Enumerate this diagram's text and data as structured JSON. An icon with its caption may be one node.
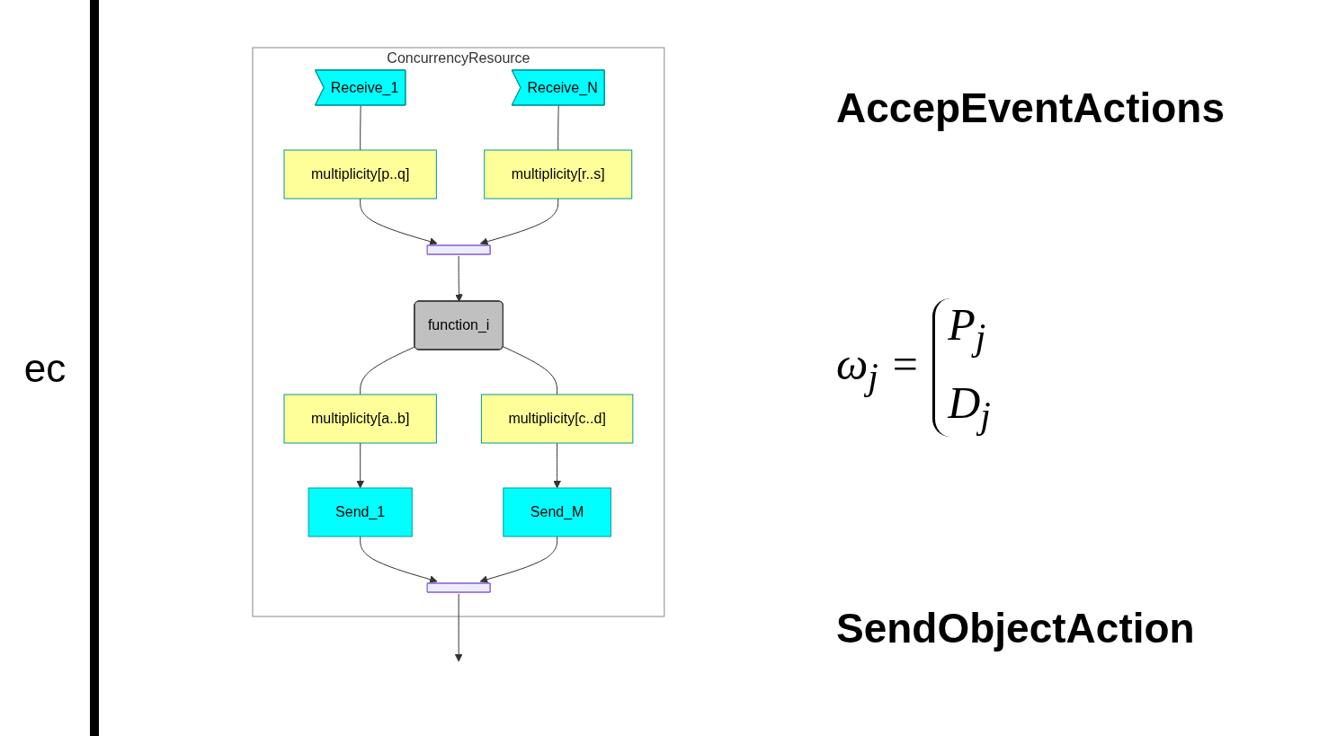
{
  "diagram": {
    "nodes": [
      {
        "text": [
          "ConcurrencyResource"
        ]
      },
      {
        "text": [
          "Receive_1"
        ],
        "in": 0
      },
      {
        "text": [
          "Receive_N"
        ],
        "in": 0
      },
      {
        "text": [
          "multiplicity[p..q]"
        ],
        "in": 0
      },
      {
        "text": [
          "multiplicity[r..s]"
        ],
        "in": 0
      },
      {
        "text": [],
        "shape": "bar",
        "in": 0
      },
      {
        "text": [
          "function_i"
        ],
        "in": 0
      },
      {
        "text": [
          "multiplicity[a..b]"
        ],
        "in": 0
      },
      {
        "text": [
          "multiplicity[c..d]"
        ],
        "in": 0
      },
      {
        "text": [
          "Send_1"
        ],
        "in": 0
      },
      {
        "text": [
          "Send_M"
        ],
        "in": 0
      },
      {
        "text": [],
        "shape": "bar",
        "in": 0
      }
    ],
    "edges": [
      {
        "from": 1,
        "to": 3,
        "arrow": "none"
      },
      {
        "from": 2,
        "to": 4,
        "arrow": "none"
      },
      {
        "from": 3,
        "to": 5,
        "arrow": "to"
      },
      {
        "from": 4,
        "to": 5,
        "arrow": "to"
      },
      {
        "from": 5,
        "to": 6,
        "arrow": "to"
      },
      {
        "from": 6,
        "to": 7,
        "arrow": "none"
      },
      {
        "from": 6,
        "to": 8,
        "arrow": "none"
      },
      {
        "from": 7,
        "to": 9,
        "arrow": "to"
      },
      {
        "from": 8,
        "to": 10,
        "arrow": "to"
      },
      {
        "from": 9,
        "to": 11,
        "arrow": "to"
      },
      {
        "from": 10,
        "to": 11,
        "arrow": "to"
      },
      {
        "from": 11,
        "to": null,
        "arrow": "to"
      }
    ],
    "labels": [
      "ec",
      "AccepEventActions",
      "ω$_{j}$ =",
      "P$_{j}$",
      "D$_{j}$",
      "SendObjectAction"
    ]
  }
}
